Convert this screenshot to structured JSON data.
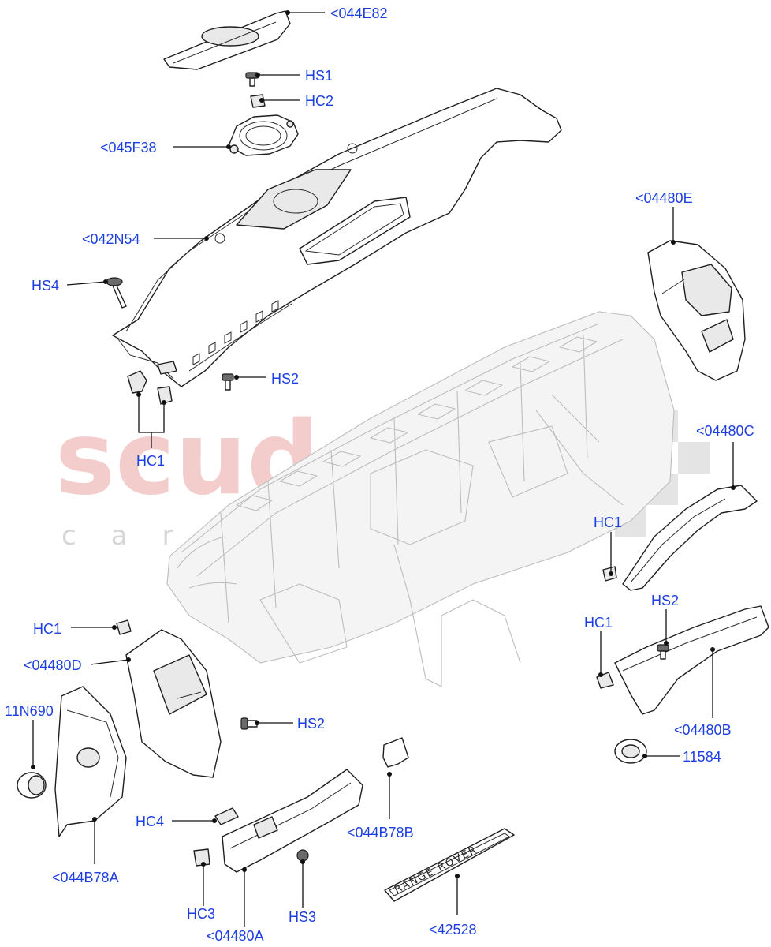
{
  "diagram": {
    "watermark": {
      "brand": "scuderia",
      "tagline": "car parts"
    },
    "badge_text": "RANGE ROVER",
    "callouts": {
      "c044E82": "<044E82",
      "hs1_top": "HS1",
      "hc2_top": "HC2",
      "c045F38": "<045F38",
      "c042N54": "<042N54",
      "hs4": "HS4",
      "hs2_upper": "HS2",
      "hc1_left": "HC1",
      "c04480E": "<04480E",
      "c04480C": "<04480C",
      "hc1_right_upper": "HC1",
      "hc1_right_lower": "HC1",
      "hs2_right": "HS2",
      "c04480B": "<04480B",
      "c11584": "11584",
      "hc1_lower_left": "HC1",
      "c04480D": "<04480D",
      "hs2_mid": "HS2",
      "c11N690": "11N690",
      "hc4": "HC4",
      "c044B78B": "<044B78B",
      "c044B78A": "<044B78A",
      "hc3": "HC3",
      "hs3": "HS3",
      "c04480A": "<04480A",
      "c42528": "<42528"
    }
  }
}
